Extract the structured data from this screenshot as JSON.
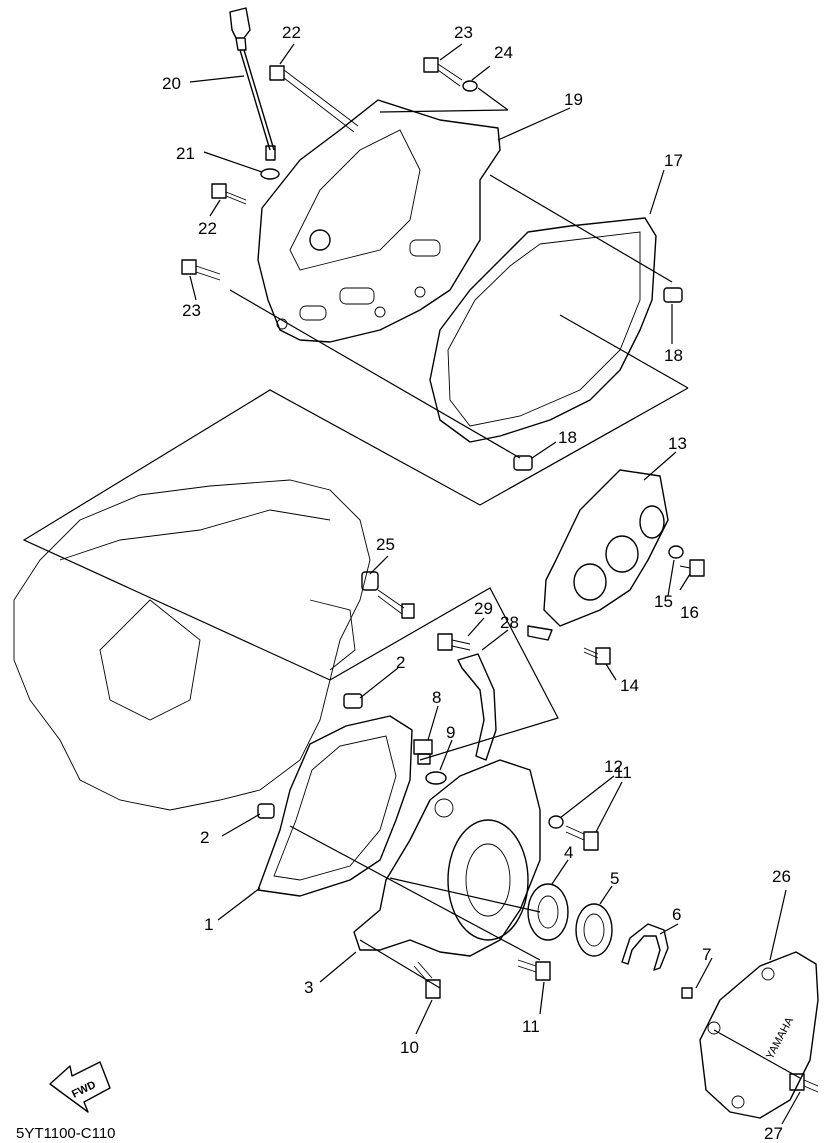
{
  "diagram_code": "5YT1100-C110",
  "fwd_label": "FWD",
  "logo_text": "YAMAHA",
  "callouts": {
    "c20": "20",
    "c22a": "22",
    "c23a": "23",
    "c24": "24",
    "c19": "19",
    "c21": "21",
    "c22b": "22",
    "c17": "17",
    "c23b": "23",
    "c18a": "18",
    "c18b": "18",
    "c13": "13",
    "c25": "25",
    "c15": "15",
    "c16": "16",
    "c29": "29",
    "c28": "28",
    "c2a": "2",
    "c14": "14",
    "c8": "8",
    "c9": "9",
    "c12": "12",
    "c11a": "11",
    "c2b": "2",
    "c4": "4",
    "c5": "5",
    "c1": "1",
    "c6": "6",
    "c26": "26",
    "c7": "7",
    "c3": "3",
    "c11b": "11",
    "c10": "10",
    "c27": "27"
  }
}
